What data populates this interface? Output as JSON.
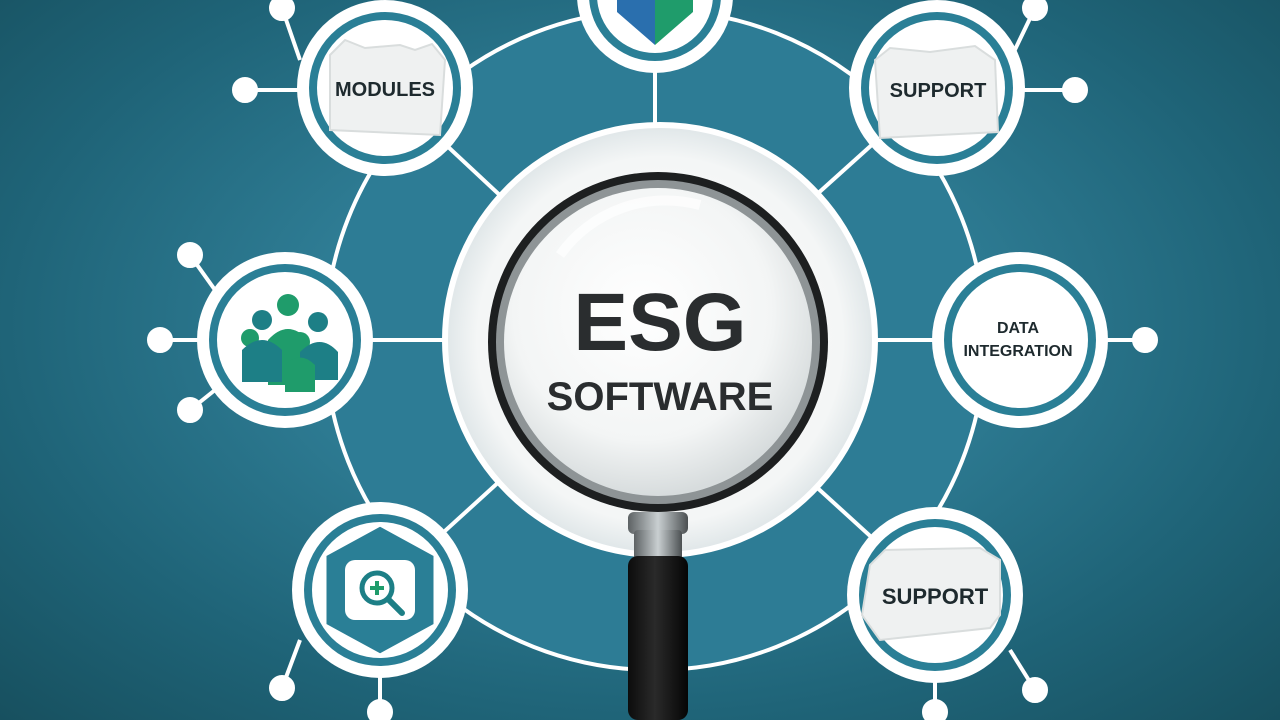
{
  "hub": {
    "title": "ESG",
    "subtitle": "SOFTWARE"
  },
  "nodes": {
    "modules": "MODULES",
    "support_top": "SUPPORT",
    "data_integration_line1": "DATA",
    "data_integration_line2": "INTEGRATION",
    "support_bottom": "SUPPORT"
  },
  "icons": {
    "top": "shield-icon",
    "left": "people-group-icon",
    "bottom_left": "search-plus-icon"
  },
  "colors": {
    "background": "#2f7d95",
    "ring": "#ffffff",
    "node_inner": "#2a7f96",
    "icon_green": "#1f9c6b",
    "icon_teal": "#1d7f86",
    "shield_blue": "#2a6fae"
  }
}
